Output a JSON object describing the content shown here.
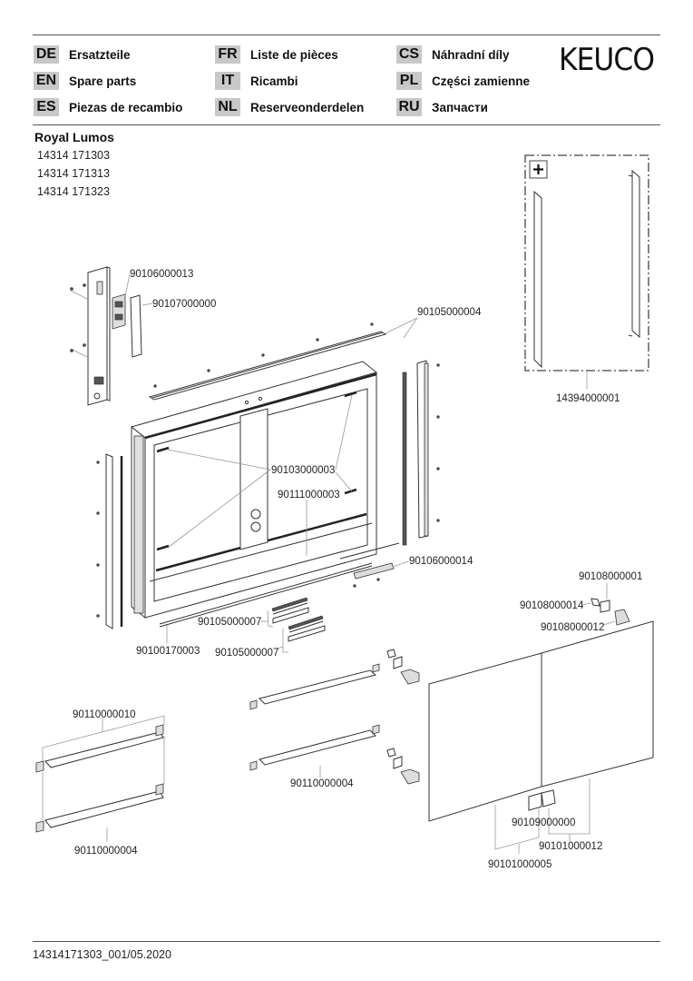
{
  "header": {
    "languages": [
      {
        "code": "DE",
        "label": "Ersatzteile"
      },
      {
        "code": "EN",
        "label": "Spare parts"
      },
      {
        "code": "ES",
        "label": "Piezas de recambio"
      },
      {
        "code": "FR",
        "label": "Liste de pièces"
      },
      {
        "code": "IT",
        "label": "Ricambi"
      },
      {
        "code": "NL",
        "label": "Reserveonderdelen"
      },
      {
        "code": "CS",
        "label": "Náhradní díly"
      },
      {
        "code": "PL",
        "label": "Części zamienne"
      },
      {
        "code": "RU",
        "label": "Запчасти"
      }
    ],
    "brand": "KEUCO"
  },
  "product": {
    "name": "Royal Lumos",
    "article_numbers": [
      "14314 171303",
      "14314 171313",
      "14314 171323"
    ]
  },
  "diagram": {
    "accessory_box_icon": "plus-icon",
    "part_numbers": {
      "switch_module": "90106000013",
      "switch_cover": "90107000000",
      "top_light_strip": "90105000004",
      "accessory_handles": "14394000001",
      "hinge_screws": "90103000003",
      "back_panel": "90111000003",
      "socket_strip": "90106000014",
      "side_light_strips_a": "90105000007",
      "side_light_strips_b": "90105000007",
      "bottom_strip": "90100170003",
      "door_hinge_top": "90108000001",
      "hinge_cover": "90108000014",
      "hinge_bracket": "90108000012",
      "shelf_set_glass": "90110000010",
      "shelf_left_lower": "90110000004",
      "shelf_middle": "90110000004",
      "door_handle_clip": "90109000000",
      "door_right": "90101000012",
      "door_left": "90101000005"
    }
  },
  "footer": {
    "document_id": "14314171303_001/05.2020"
  }
}
